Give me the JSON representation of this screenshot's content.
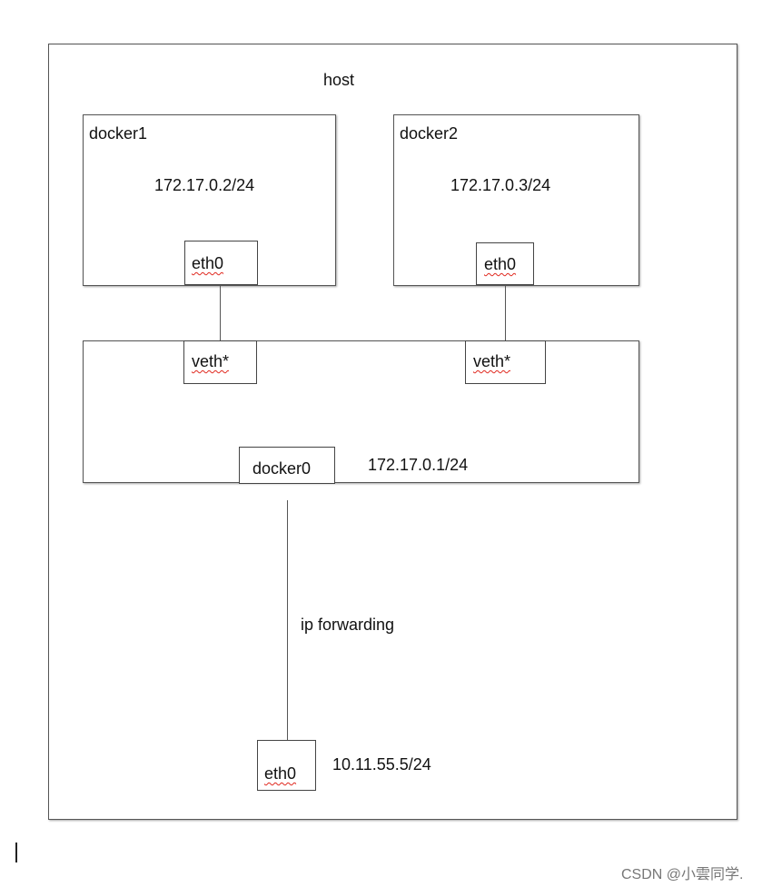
{
  "host": {
    "label": "host"
  },
  "docker1": {
    "label": "docker1",
    "ip": "172.17.0.2/24",
    "iface": "eth0"
  },
  "docker2": {
    "label": "docker2",
    "ip": "172.17.0.3/24",
    "iface": "eth0"
  },
  "bridge": {
    "veth_left": "veth*",
    "veth_right": "veth*",
    "label": "docker0",
    "ip": "172.17.0.1/24"
  },
  "link": {
    "label": "ip forwarding"
  },
  "host_iface": {
    "label": "eth0",
    "ip": "10.11.55.5/24"
  },
  "watermark": "CSDN @小雲同学."
}
